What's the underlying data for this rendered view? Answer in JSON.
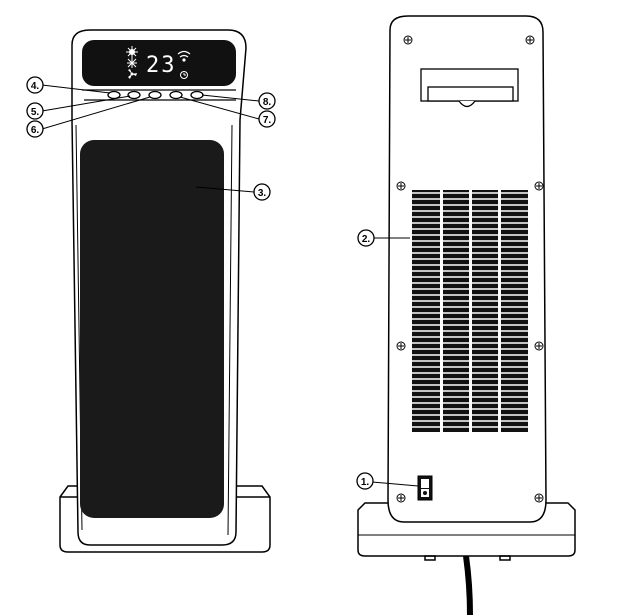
{
  "display": {
    "temperature": "23"
  },
  "callouts": [
    {
      "id": "4",
      "label": "4."
    },
    {
      "id": "5",
      "label": "5."
    },
    {
      "id": "6",
      "label": "6."
    },
    {
      "id": "8",
      "label": "8."
    },
    {
      "id": "7",
      "label": "7."
    },
    {
      "id": "3",
      "label": "3."
    },
    {
      "id": "2",
      "label": "2."
    },
    {
      "id": "1",
      "label": "1."
    }
  ],
  "colors": {
    "outline": "#000000",
    "panel": "#1a1a1a",
    "display": "#111111",
    "background": "#ffffff"
  },
  "icons": [
    "sun-icon",
    "snowflake-icon",
    "fan-icon",
    "wifi-icon",
    "timer-icon",
    "power-switch-icon"
  ]
}
